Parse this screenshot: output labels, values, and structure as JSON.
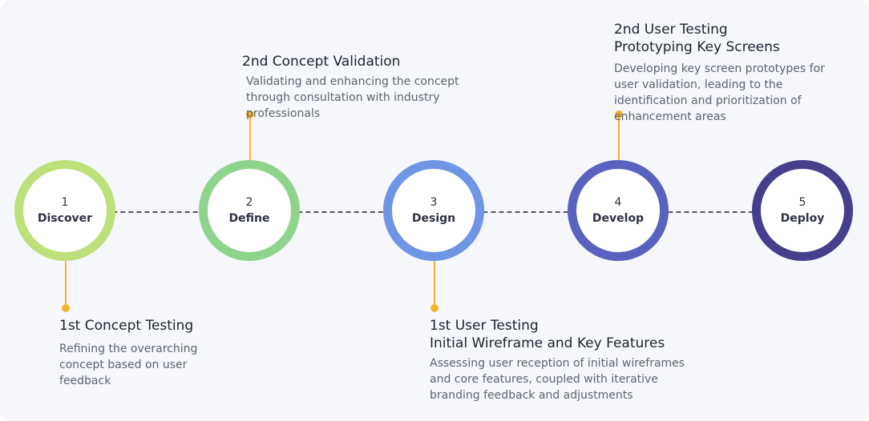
{
  "stages": [
    {
      "number": "1",
      "name": "Discover",
      "color": "#bde07a"
    },
    {
      "number": "2",
      "name": "Define",
      "color": "#8fd48c"
    },
    {
      "number": "3",
      "name": "Design",
      "color": "#6f96e5"
    },
    {
      "number": "4",
      "name": "Develop",
      "color": "#5a62bf"
    },
    {
      "number": "5",
      "name": "Deploy",
      "color": "#453f8c"
    }
  ],
  "milestones": {
    "concept_testing_1": {
      "title": "1st Concept Testing",
      "description": "Refining the overarching concept based on user feedback"
    },
    "concept_validation_2": {
      "title": "2nd Concept Validation",
      "description": "Validating and enhancing the concept through consultation with industry professionals"
    },
    "user_testing_1": {
      "title_line1": "1st User Testing",
      "title_line2": "Initial Wireframe and Key Features",
      "description": "Assessing user reception of initial wireframes and core features, coupled with iterative branding feedback and adjustments"
    },
    "user_testing_2": {
      "title_line1": "2nd User Testing",
      "title_line2": "Prototyping Key Screens",
      "description": "Developing key screen prototypes for user validation, leading to the identification and prioritization of enhancement areas"
    }
  },
  "connector_color": "#f5b52e"
}
